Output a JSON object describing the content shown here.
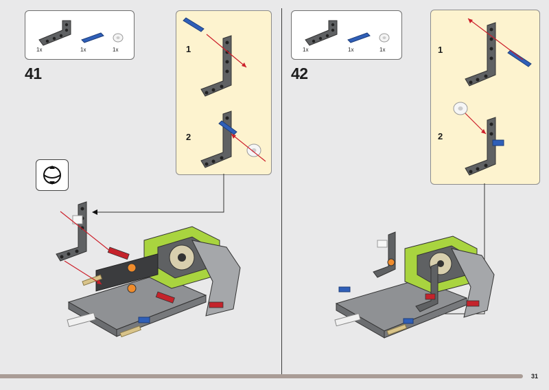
{
  "page": {
    "number": "31"
  },
  "steps": [
    {
      "number": "41",
      "parts": [
        {
          "qty": "1x",
          "icon": "l-beam-icon"
        },
        {
          "qty": "1x",
          "icon": "blue-pin-icon"
        },
        {
          "qty": "1x",
          "icon": "white-bush-icon"
        }
      ],
      "substeps": [
        {
          "number": "1"
        },
        {
          "number": "2"
        }
      ],
      "rotate_icon": "rotate-model-icon"
    },
    {
      "number": "42",
      "parts": [
        {
          "qty": "1x",
          "icon": "l-beam-icon"
        },
        {
          "qty": "1x",
          "icon": "blue-pin-icon"
        },
        {
          "qty": "1x",
          "icon": "white-bush-icon"
        }
      ],
      "substeps": [
        {
          "number": "1"
        },
        {
          "number": "2"
        }
      ]
    }
  ],
  "colors": {
    "background": "#e9e9ea",
    "substep_panel": "#fdf3cf",
    "beam_gray": "#5f6163",
    "pin_blue": "#2f5fb8",
    "lime": "#a9d43f",
    "arrow_red": "#cc1f2a",
    "progress_bar": "#a99c96"
  }
}
